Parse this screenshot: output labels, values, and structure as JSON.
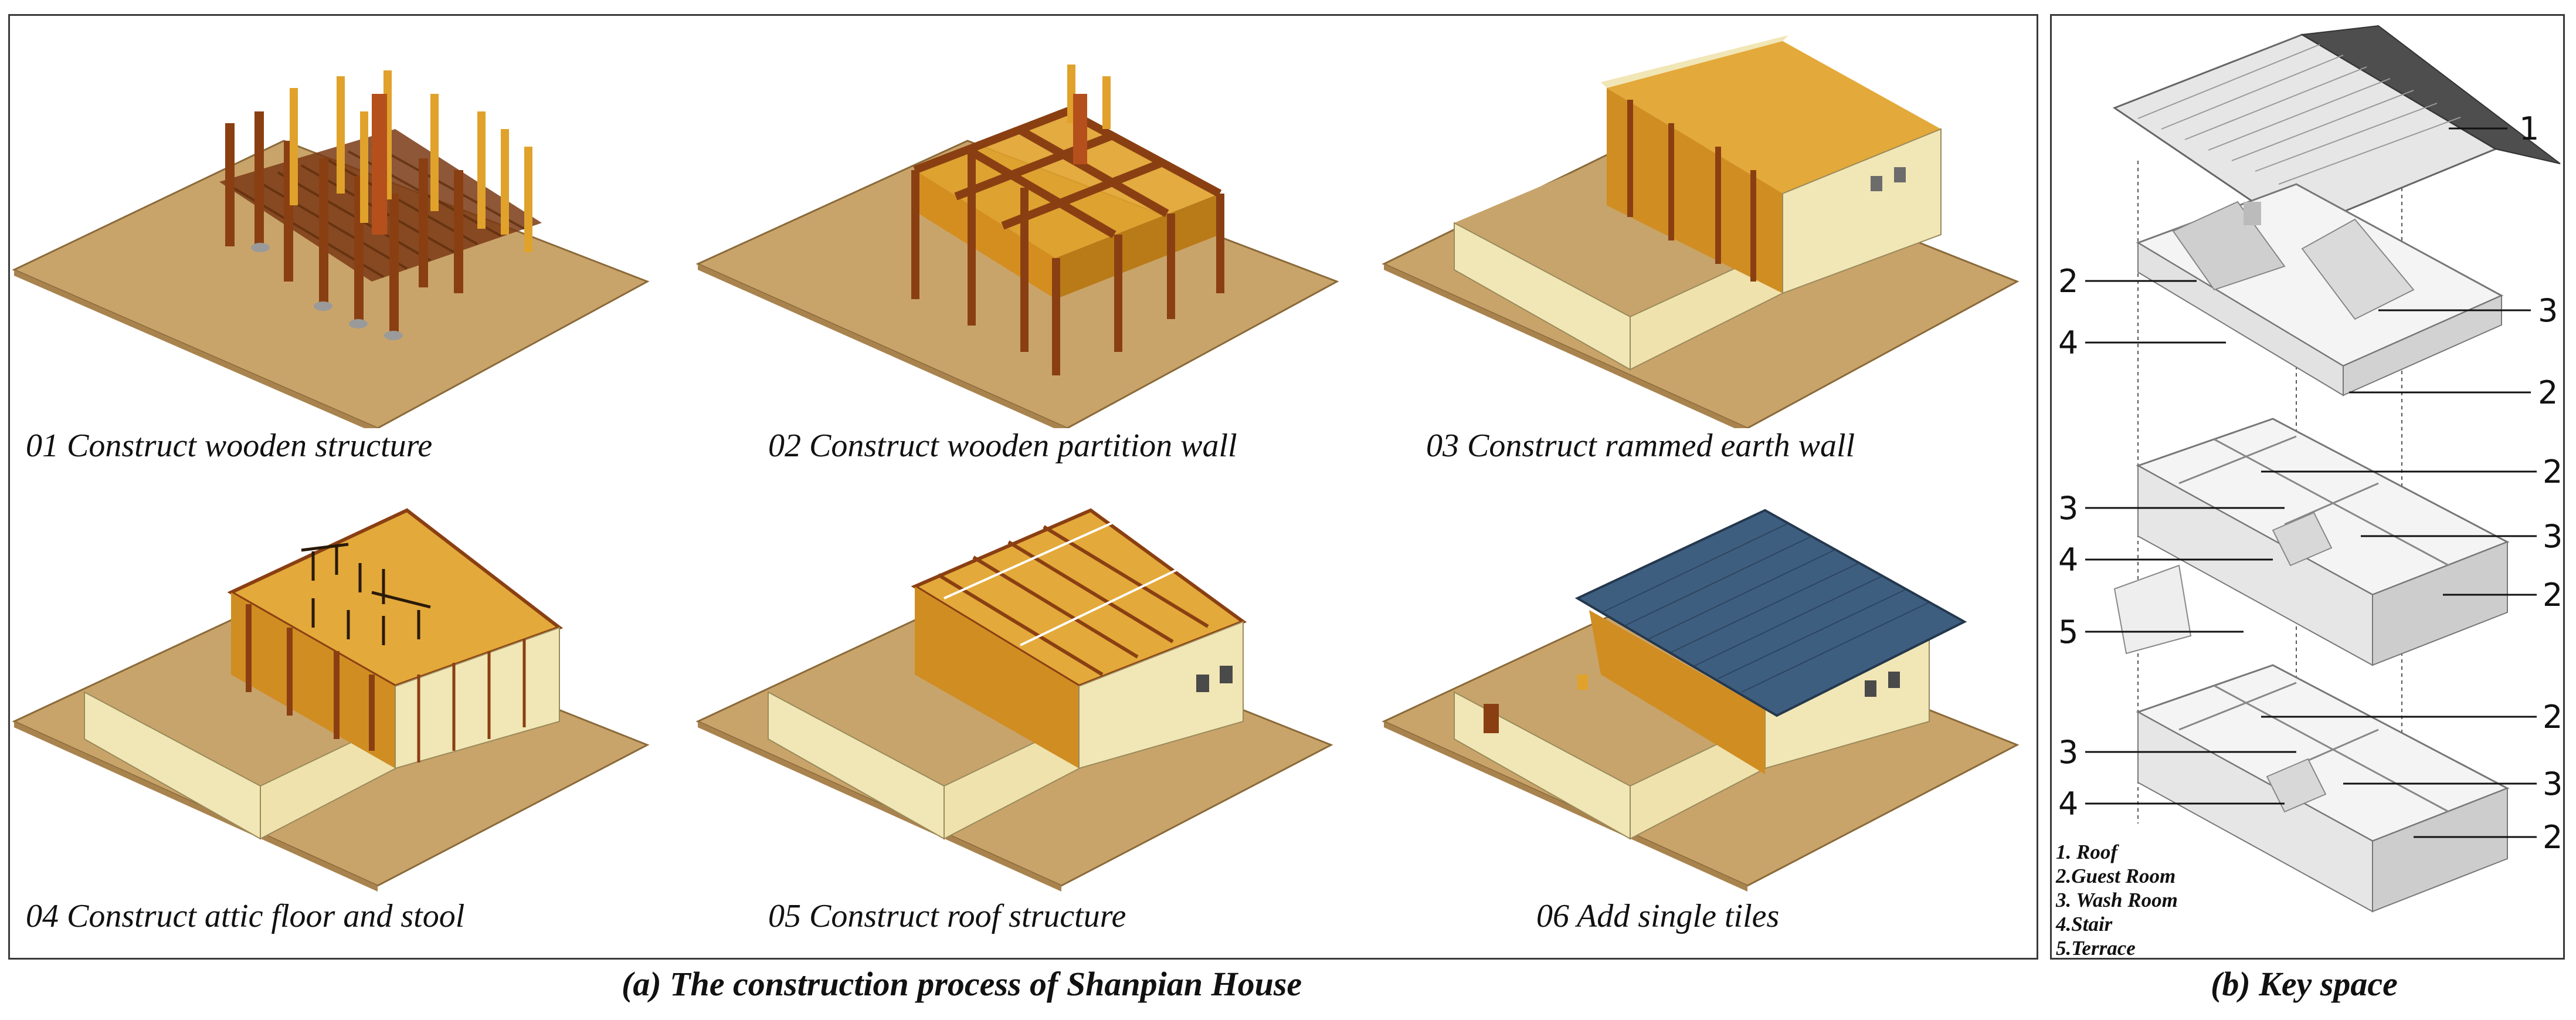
{
  "panel_a": {
    "caption": "(a) The construction process of Shanpian House",
    "steps": [
      {
        "label": "01 Construct wooden structure"
      },
      {
        "label": "02 Construct wooden partition wall"
      },
      {
        "label": "03 Construct rammed earth wall"
      },
      {
        "label": "04 Construct attic floor and stool"
      },
      {
        "label": "05 Construct roof structure"
      },
      {
        "label": "06 Add single tiles"
      }
    ]
  },
  "panel_b": {
    "caption": "(b) Key space",
    "callouts": {
      "roof": "1",
      "attic_guest_left": "2",
      "attic_wash": "3",
      "attic_stair": "4",
      "attic_guest_right": "2",
      "f2_guest_top": "2",
      "f2_wash_left": "3",
      "f2_wash_right": "3",
      "f2_stair": "4",
      "f2_guest_right": "2",
      "f2_terrace": "5",
      "f1_guest_top": "2",
      "f1_wash_left": "3",
      "f1_wash_right": "3",
      "f1_stair": "4",
      "f1_guest_right": "2"
    },
    "legend": [
      "1. Roof",
      "2.Guest Room",
      "3. Wash Room",
      "4.Stair",
      "5.Terrace"
    ]
  },
  "colors": {
    "ground": "#c9a46a",
    "wood_dark": "#8a3f12",
    "wood_light": "#e0a22b",
    "earth_wall": "#f1e6b5",
    "attic_floor": "#e3a93a",
    "roof_tiles": "#3e5e80",
    "model_white": "#f4f4f4"
  }
}
